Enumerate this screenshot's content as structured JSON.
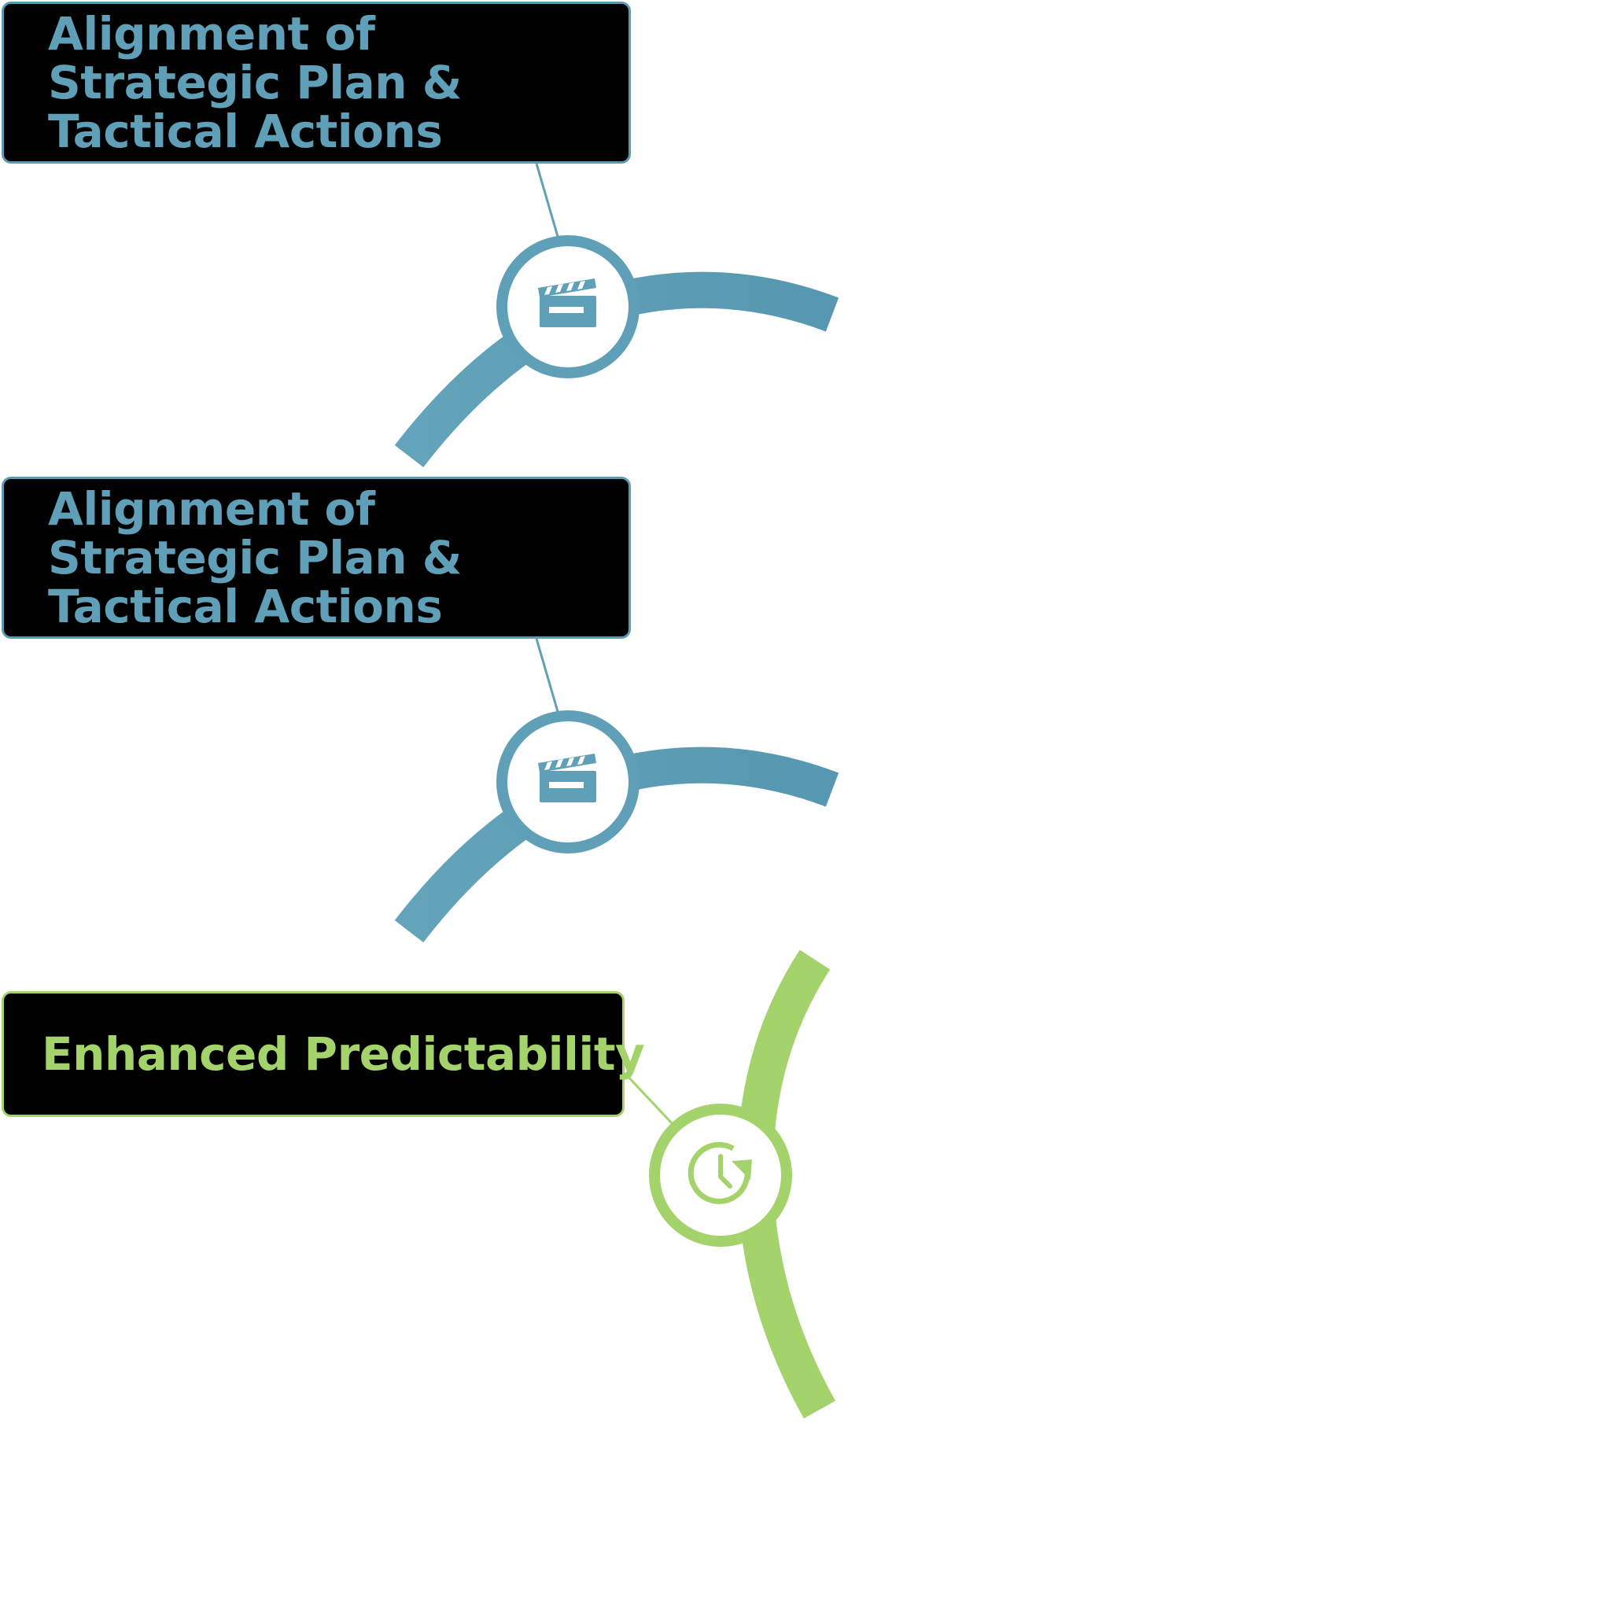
{
  "colors": {
    "blue_accent": "#5fa0b8",
    "blue_arc_start": "#64a4ba",
    "blue_arc_end": "#5697b1",
    "green_accent": "#a3d36a",
    "box_fill": "#000000",
    "background": "#ffffff"
  },
  "nodes": [
    {
      "label": "Alignment of Strategic Plan & Tactical Actions",
      "icon": "clapperboard-icon",
      "theme": "blue"
    },
    {
      "label": "Alignment of Strategic Plan & Tactical Actions",
      "icon": "clapperboard-icon",
      "theme": "blue"
    },
    {
      "label": "Enhanced Predictability",
      "icon": "clock-refresh-icon",
      "theme": "green"
    }
  ]
}
